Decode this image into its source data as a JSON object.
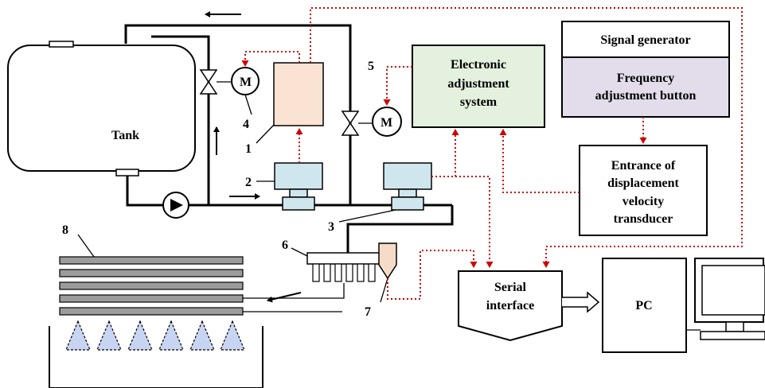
{
  "labels": {
    "tank": "Tank",
    "electronic_adjustment": [
      "Electronic",
      "adjustment",
      "system"
    ],
    "signal_generator": "Signal generator",
    "frequency_button": [
      "Frequency",
      "adjustment button"
    ],
    "transducer": [
      "Entrance of",
      "displacement",
      "velocity",
      "transducer"
    ],
    "serial_interface": [
      "Serial",
      "interface"
    ],
    "pc": "PC",
    "motor": "M"
  },
  "numbers": {
    "n1": "1",
    "n2": "2",
    "n3": "3",
    "n4": "4",
    "n5": "5",
    "n6": "6",
    "n7": "7",
    "n8": "8"
  },
  "colors": {
    "signal_line": "#d00000",
    "reservoir_fill": "#fbe3d4",
    "valve_fill": "#cfe6ee",
    "electronic_fill": "#e4f1de",
    "frequency_fill": "#e3dcea",
    "nozzle_fill": "#f6dcc8",
    "spray_fill": "#c7d5f2",
    "plate_fill": "#9c9c9c"
  }
}
